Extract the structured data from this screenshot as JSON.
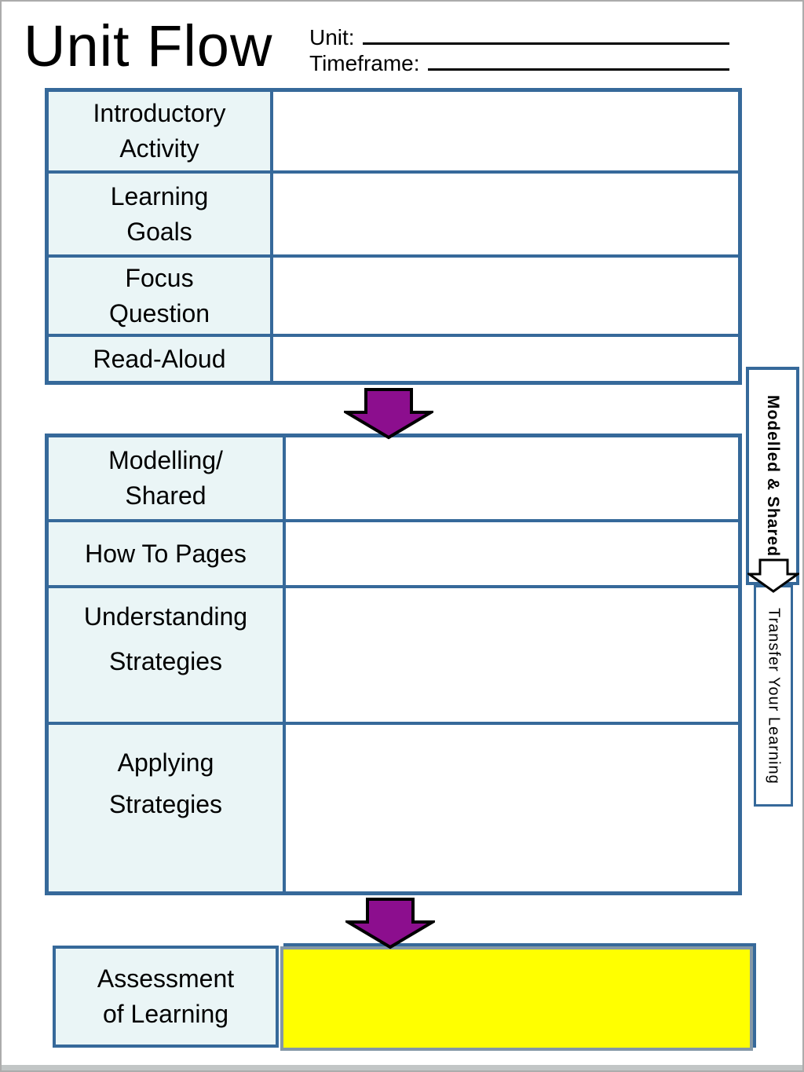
{
  "header": {
    "title": "Unit Flow",
    "unit_label": "Unit:",
    "timeframe_label": "Timeframe:",
    "unit_value": "",
    "timeframe_value": ""
  },
  "intro_table": {
    "rows": [
      {
        "label": "Introductory\nActivity",
        "value": ""
      },
      {
        "label": "Learning\nGoals",
        "value": ""
      },
      {
        "label": "Focus\nQuestion",
        "value": ""
      },
      {
        "label": "Read-Aloud",
        "value": ""
      }
    ]
  },
  "main_table": {
    "rows": [
      {
        "label": "Modelling/\nShared",
        "value": ""
      },
      {
        "label": "How To Pages",
        "value": ""
      },
      {
        "label": "Understanding\nStrategies",
        "value": ""
      },
      {
        "label": "Applying\nStrategies",
        "value": ""
      }
    ]
  },
  "side_labels": {
    "modelled": "Modelled & Shared",
    "transfer": "Transfer Your Learning"
  },
  "assessment": {
    "label": "Assessment\nof Learning",
    "value": ""
  },
  "icons": {
    "flow_arrow_1": "down-arrow-icon",
    "flow_arrow_2": "down-arrow-icon",
    "side_arrow": "down-arrow-icon"
  },
  "colors": {
    "table_border_blue": "#36699A",
    "label_cell_fill": "#EAF5F6",
    "arrow_purple": "#8C0E8E",
    "arrow_outline": "#000000",
    "highlight_yellow": "#FFFF00",
    "yellow_border_slate": "#8498A6",
    "page_frame_gray": "#ACACAC"
  }
}
